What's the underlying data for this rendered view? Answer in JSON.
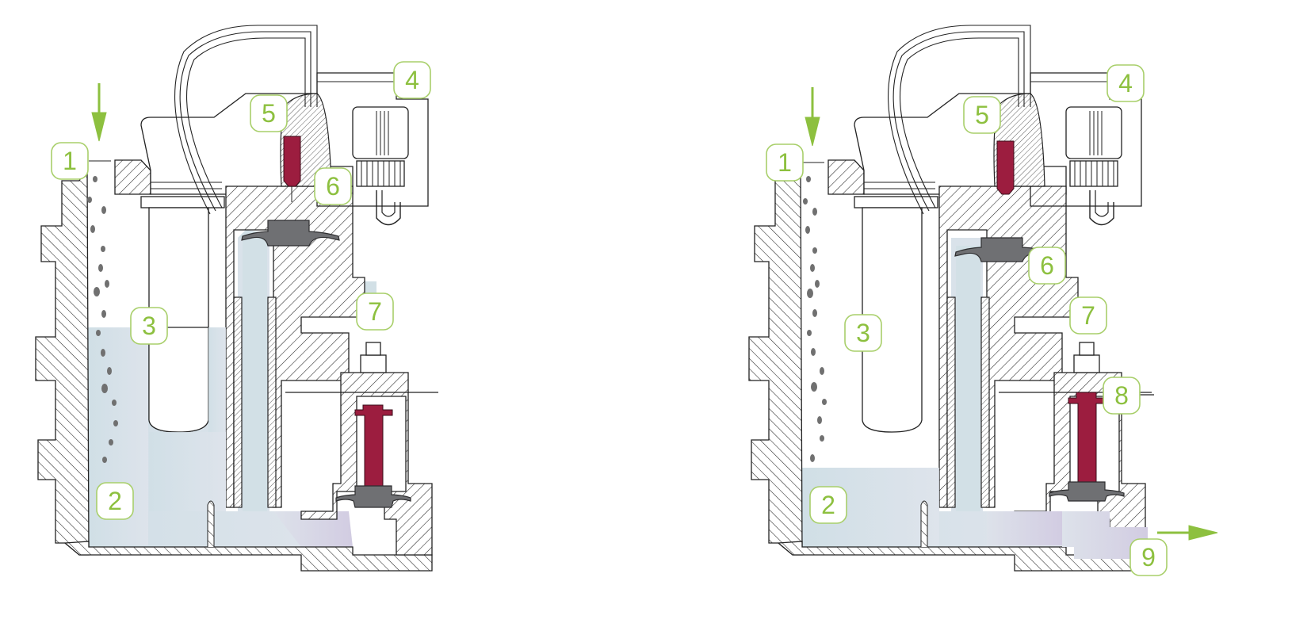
{
  "figure": {
    "panels": [
      {
        "name": "left-state",
        "labels": [
          "1",
          "2",
          "3",
          "4",
          "5",
          "6",
          "7"
        ]
      },
      {
        "name": "right-state",
        "labels": [
          "1",
          "2",
          "3",
          "4",
          "5",
          "6",
          "7",
          "8",
          "9"
        ]
      }
    ],
    "arrows": {
      "inlet": "down-arrow",
      "outlet": "right-arrow"
    },
    "colors": {
      "label_green": "#8dc03f",
      "label_border": "#a8cf6a",
      "plunger_red": "#9c1d3f",
      "diaphragm_gray": "#6f7073",
      "condensate_blue": "#d4e2e8",
      "outflow_lavender": "#d8d5e6"
    }
  }
}
